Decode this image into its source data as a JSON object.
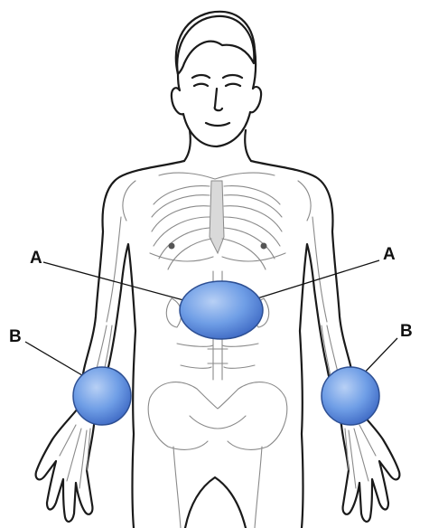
{
  "diagram": {
    "labels": {
      "left_upper": "A",
      "right_upper": "A",
      "left_lower": "B",
      "right_lower": "B"
    },
    "colors": {
      "pad_light": "#a9c6f2",
      "pad_mid": "#6f9ee6",
      "pad_dark": "#3d68c3",
      "outline": "#1a1a1a",
      "anatomy": "#8a8a8a"
    }
  }
}
